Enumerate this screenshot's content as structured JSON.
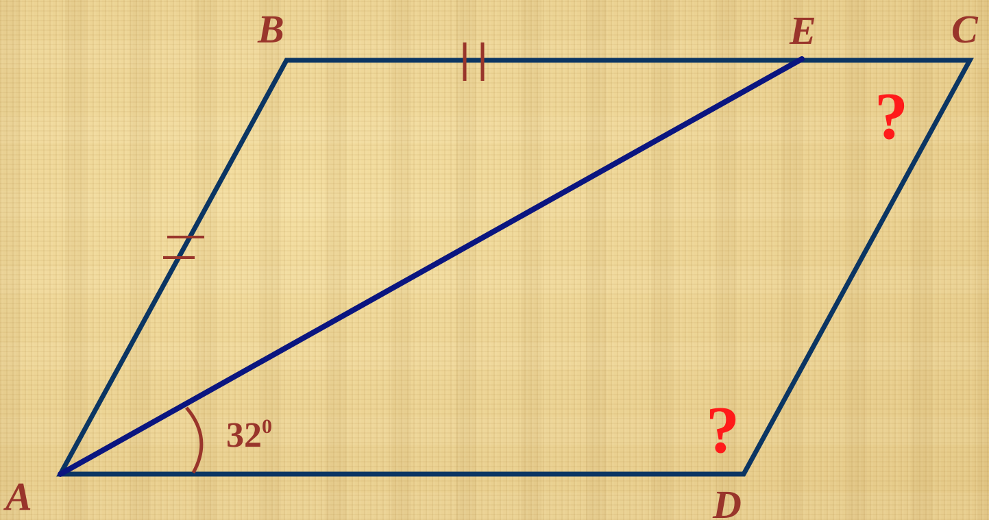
{
  "diagram": {
    "vertices": {
      "A": "A",
      "B": "B",
      "C": "C",
      "D": "D",
      "E": "E"
    },
    "angle_label": {
      "value": "32",
      "sup": "0"
    },
    "unknown_angle_C": "?",
    "unknown_angle_D": "?",
    "colors": {
      "parallelogram": "#0b3563",
      "segment_ae": "#0a1580",
      "markings": "#99352b",
      "question_marks": "#ff1a1a"
    }
  }
}
